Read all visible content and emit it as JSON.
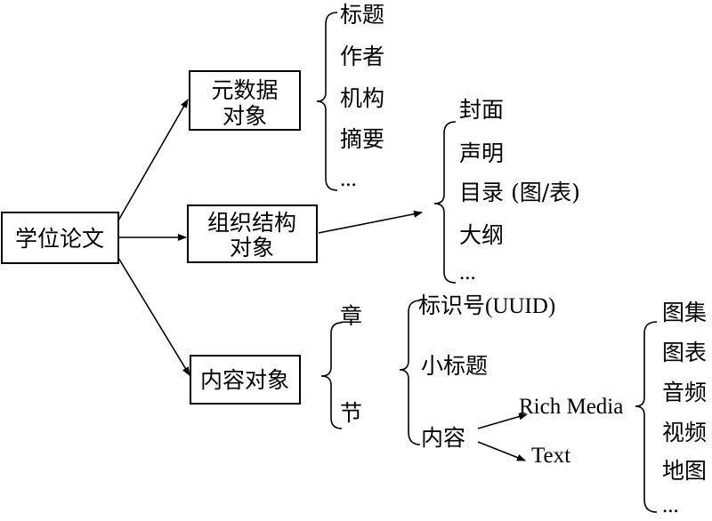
{
  "root": "学位论文",
  "branches": {
    "metadata": {
      "label_line1": "元数据",
      "label_line2": "对象",
      "items": [
        "标题",
        "作者",
        "机构",
        "摘要",
        "..."
      ]
    },
    "structure": {
      "label_line1": "组织结构",
      "label_line2": "对象",
      "items": [
        "封面",
        "声明",
        "目录 (图/表)",
        "大纲",
        "..."
      ]
    },
    "content": {
      "label": "内容对象",
      "units": [
        "章",
        "节"
      ],
      "fields": [
        "标识号(UUID)",
        "小标题",
        "内容"
      ],
      "content_types": [
        "Rich Media",
        "Text"
      ],
      "rich_media_items": [
        "图集",
        "图表",
        "音频",
        "视频",
        "地图",
        "..."
      ]
    }
  }
}
